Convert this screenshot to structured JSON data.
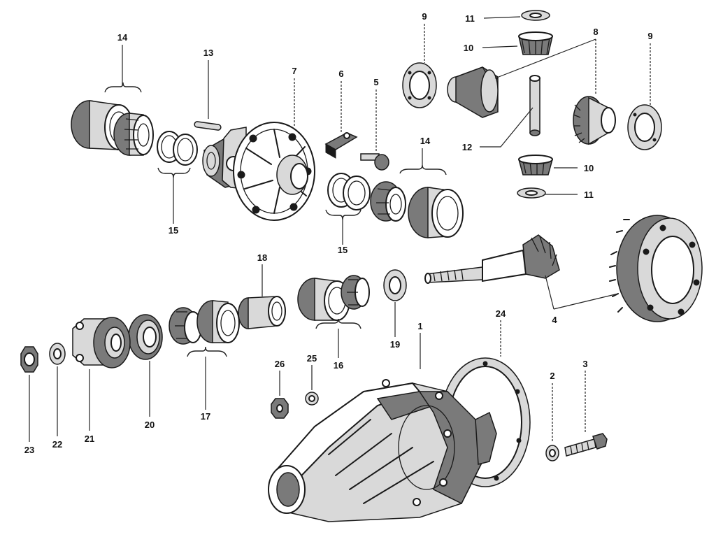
{
  "diagram": {
    "labels": {
      "p1": "1",
      "p2": "2",
      "p3": "3",
      "p4": "4",
      "p5": "5",
      "p6": "6",
      "p7": "7",
      "p8": "8",
      "p9a": "9",
      "p9b": "9",
      "p10a": "10",
      "p10b": "10",
      "p11a": "11",
      "p11b": "11",
      "p12": "12",
      "p13": "13",
      "p14a": "14",
      "p14b": "14",
      "p15a": "15",
      "p15b": "15",
      "p16": "16",
      "p17": "17",
      "p18": "18",
      "p19": "19",
      "p20": "20",
      "p21": "21",
      "p22": "22",
      "p23": "23",
      "p24": "24",
      "p25": "25",
      "p26": "26"
    },
    "colors": {
      "ink": "#1a1a1a",
      "shade": "#7a7a7a",
      "paper": "#ffffff"
    }
  }
}
